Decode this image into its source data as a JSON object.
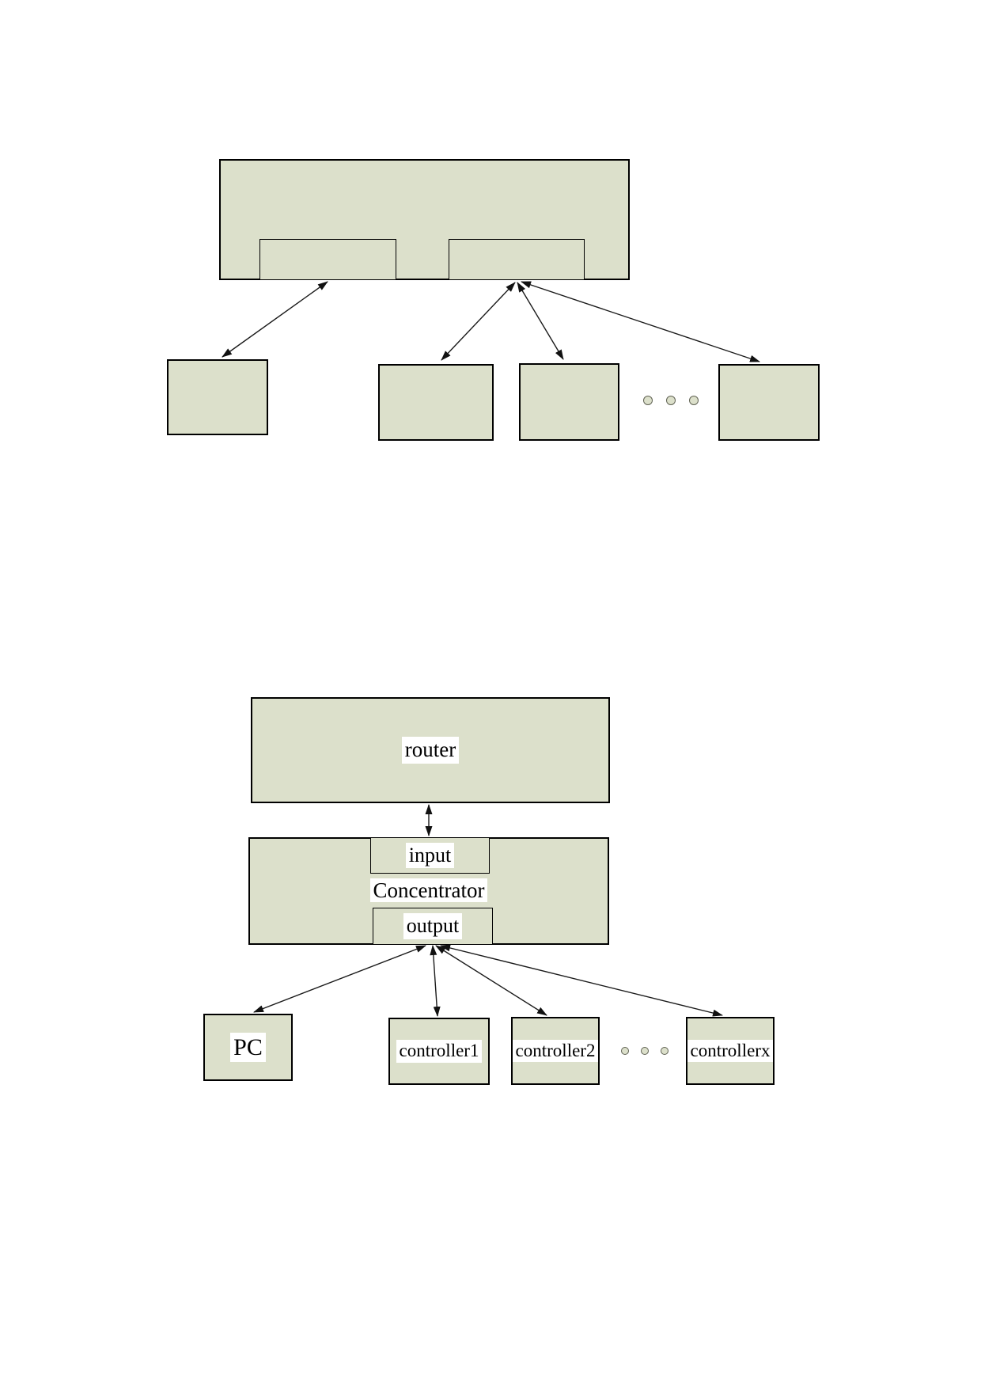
{
  "colors": {
    "background": "#ffffff",
    "box_fill": "#dce0cb",
    "box_border": "#000000",
    "arrow": "#1a1a1a",
    "dot_fill": "#dce0cb",
    "dot_border": "#5f6152",
    "label_highlight": "#ffffff"
  },
  "top_diagram": {
    "ellipsis_dots": 3,
    "edges": [
      {
        "from": "hub-port-left",
        "to": "node-1",
        "bidirectional": true
      },
      {
        "from": "hub-port-right",
        "to": "node-2",
        "bidirectional": true
      },
      {
        "from": "hub-port-right",
        "to": "node-3",
        "bidirectional": true
      },
      {
        "from": "hub-port-right",
        "to": "node-4",
        "bidirectional": true
      }
    ]
  },
  "bottom_diagram": {
    "router_label": "router",
    "concentrator_label": "Concentrator",
    "input_label": "input",
    "output_label": "output",
    "devices": [
      {
        "label": "PC"
      },
      {
        "label": "controller1"
      },
      {
        "label": "controller2"
      },
      {
        "label": "controllerx"
      }
    ],
    "ellipsis_dots": 3,
    "edges": [
      {
        "from": "router",
        "to": "input",
        "bidirectional": true
      },
      {
        "from": "output",
        "to": "PC",
        "bidirectional": true
      },
      {
        "from": "output",
        "to": "controller1",
        "bidirectional": true
      },
      {
        "from": "output",
        "to": "controller2",
        "bidirectional": true
      },
      {
        "from": "output",
        "to": "controllerx",
        "bidirectional": true
      }
    ]
  }
}
